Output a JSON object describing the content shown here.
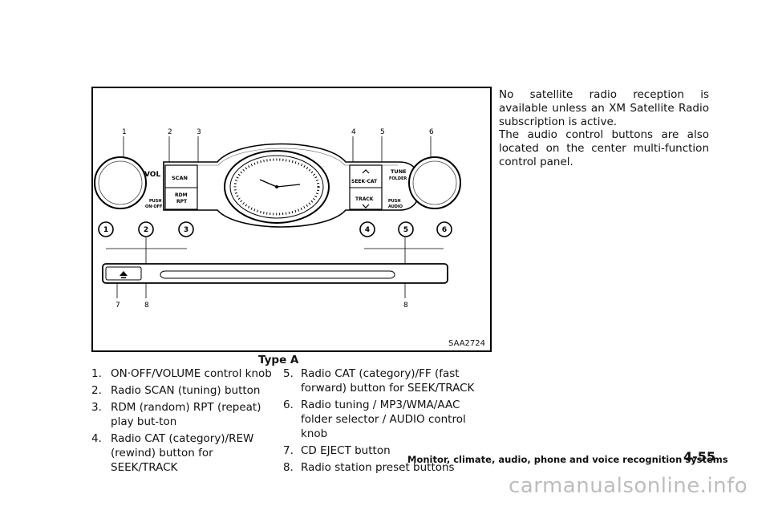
{
  "figure": {
    "id": "SAA2724",
    "caption": "Type A",
    "callouts": [
      "1",
      "2",
      "3",
      "4",
      "5",
      "6",
      "7",
      "8",
      "8"
    ],
    "panel": {
      "vol_label": "VOL",
      "vol_push_line1": "PUSH",
      "vol_push_line2": "ON·OFF",
      "scan_label": "SCAN",
      "rdm_line1": "RDM",
      "rdm_line2": "RPT",
      "seek_label": "SEEK·CAT",
      "track_label": "TRACK",
      "tune_line1": "TUNE",
      "tune_line2": "FOLDER",
      "audio_push_line1": "PUSH",
      "audio_push_line2": "AUDIO",
      "presets": [
        "1",
        "2",
        "3",
        "4",
        "5",
        "6"
      ]
    }
  },
  "list_left": [
    {
      "num": "1.",
      "text": "ON·OFF/VOLUME control knob"
    },
    {
      "num": "2.",
      "text": "Radio SCAN (tuning) button"
    },
    {
      "num": "3.",
      "text": "RDM (random) RPT (repeat) play but-ton"
    },
    {
      "num": "4.",
      "text": "Radio CAT (category)/REW (rewind) button for SEEK/TRACK"
    }
  ],
  "list_right": [
    {
      "num": "5.",
      "text": "Radio CAT (category)/FF (fast forward) button for SEEK/TRACK"
    },
    {
      "num": "6.",
      "text": "Radio tuning / MP3/WMA/AAC folder selector / AUDIO control knob"
    },
    {
      "num": "7.",
      "text": "CD EJECT button"
    },
    {
      "num": "8.",
      "text": "Radio station preset buttons"
    }
  ],
  "paragraphs": [
    "No satellite radio reception is available unless an XM Satellite Radio subscription is active.",
    "The audio control buttons are also located on the center multi-function control panel."
  ],
  "footer": {
    "section_title": "Monitor, climate, audio, phone and voice recognition systems",
    "page_number": "4-55"
  },
  "watermark": "carmanualsonline.info"
}
